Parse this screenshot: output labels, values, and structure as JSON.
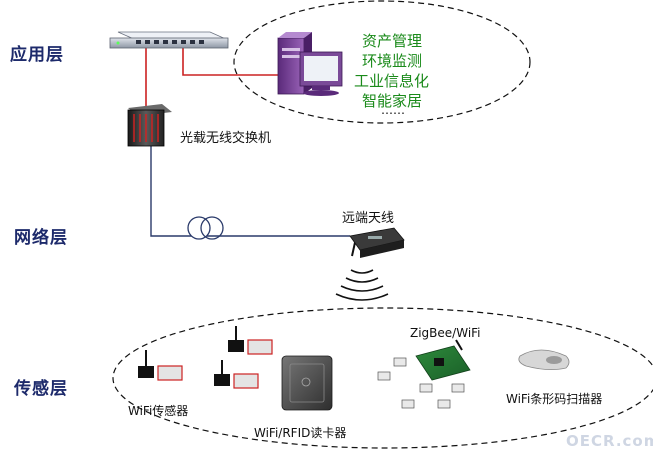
{
  "layers": {
    "application": "应用层",
    "network": "网络层",
    "sensing": "传感层"
  },
  "apps": [
    "资产管理",
    "环境监测",
    "工业信息化",
    "智能家居",
    "……"
  ],
  "labels": {
    "optical_switch": "光载无线交换机",
    "remote_antenna": "远端天线",
    "wifi_sensor": "WiFi传感器",
    "wifi_rfid": "WiFi/RFID读卡器",
    "zigbee_wifi": "ZigBee/WiFi",
    "wifi_scanner": "WiFi条形码扫描器"
  },
  "watermark": "OECR.com",
  "colors": {
    "link_red": "#cc2222",
    "link_dark": "#2a3a6a",
    "app_text": "#1a8a1a",
    "layer_text": "#1d2a6b"
  }
}
